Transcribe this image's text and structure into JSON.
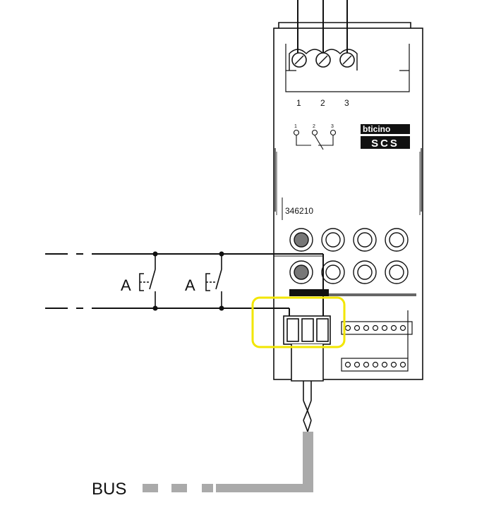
{
  "terminals": [
    "1",
    "2",
    "3"
  ],
  "relay_terminals": [
    "1",
    "2",
    "3"
  ],
  "brand": {
    "logo": "bticino",
    "line": "SCS"
  },
  "part_number": "346210",
  "switch_label": "A",
  "bus_label": "BUS",
  "colors": {
    "highlight": "#f2e600",
    "bus": "#aaaaaa",
    "line": "#111111"
  }
}
